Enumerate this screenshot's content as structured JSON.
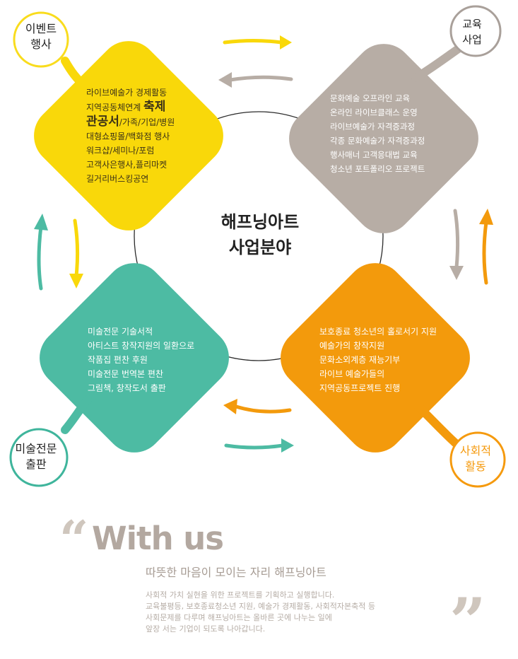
{
  "colors": {
    "yellow": "#f9d80a",
    "gray": "#b7ada5",
    "teal": "#4dbba3",
    "orange": "#f39a0c",
    "event_circle": "#f9dc1d",
    "edu_circle": "#a9a09a",
    "art_circle": "#3fb59c",
    "social_circle": "#f59a0e",
    "center_ring": "#2b2b2b"
  },
  "center_title": {
    "line1": "해프닝아트",
    "line2": "사업분야"
  },
  "bubbles": {
    "event": {
      "line1": "이벤트",
      "line2": "행사"
    },
    "education": {
      "line1": "교육",
      "line2": "사업"
    },
    "art_publishing": {
      "line1": "미술전문",
      "line2": "출판"
    },
    "social": {
      "line1": "사회적",
      "line2": "활동"
    }
  },
  "blocks": {
    "event": {
      "line1": "라이브예술가 경제활동",
      "line2_a": "지역공동체연계 ",
      "line2_big": "축제",
      "line3_big": "관공서",
      "line3_b": "/가족/기업/병원",
      "line4": "대형쇼핑몰/백화점 행사",
      "line5": "워크샵/세미나/포럼",
      "line6": "고객사은행사,플리마켓",
      "line7": "길거리버스킹공연"
    },
    "education": [
      "문화예술 오프라인 교육",
      "온라인 라이브클래스 운영",
      "라이브예술가 자격증과정",
      "각종 문화예술가 자격증과정",
      "행사매너 고객응대법 교육",
      "청소년 포트폴리오 프로젝트"
    ],
    "art_publishing": [
      "미술전문 기술서적",
      "아티스트 창작지원의 일환으로",
      "작품집 편찬 후원",
      "미술전문 번역본 편찬",
      "그림책, 창작도서 출판"
    ],
    "social": [
      "보호종료 청소년의 홀로서기 지원",
      "예술가의 창작지원",
      "문화소외계층 재능기부",
      "라이브 예술가들의",
      "지역공동프로젝트 진행"
    ]
  },
  "with_us": {
    "quote_open": "“",
    "title": "With us",
    "subtitle": "따뜻한 마음이 모이는 자리 해프닝아트",
    "body": [
      "사회적 가치 실현을 위한 프로젝트를 기획하고 실행합니다.",
      "교육불평등, 보호종료청소년 지원, 예술가 경제활동, 사회적자본축적 등",
      "사회문제를 다루며 해프닝아트는 올바른 곳에 나누는 일에",
      "앞장 서는 기업이 되도록 나아갑니다."
    ],
    "quote_close": "”"
  }
}
